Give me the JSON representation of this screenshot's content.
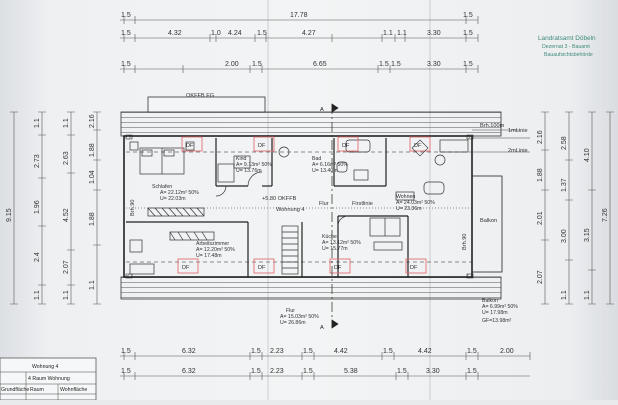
{
  "dims_top": {
    "row1": [
      "1.5",
      "17.78",
      "1.5"
    ],
    "row2": [
      "1.5",
      "4.32",
      "1.0",
      "4.24",
      "1.5",
      "4.27",
      "1.1",
      "1.1",
      "3.30",
      "1.5"
    ],
    "row3": [
      "1.5",
      "2.00",
      "1.5",
      "6.65",
      "1.5",
      "1.5",
      "3.30",
      "1.5"
    ]
  },
  "dims_bottom": {
    "row1": [
      "1.5",
      "6.32",
      "1.5",
      "2.23",
      "1.5",
      "4.42",
      "1.5",
      "4.42",
      "1.5",
      "2.00"
    ],
    "row2": [
      "1.5",
      "6.32",
      "1.5",
      "2.23",
      "1.5",
      "5.38",
      "1.5",
      "3.30",
      "1.5"
    ]
  },
  "dims_left": {
    "overall": "9.15",
    "col_a": [
      "1.1",
      "2.73",
      "1.96",
      "2.4",
      "1.1"
    ],
    "col_b": [
      "1.1",
      "2.63",
      "4.52",
      "2.07",
      "1.1"
    ],
    "col_c": [
      "2.16",
      "1.88",
      "1.04",
      "1.88",
      "1.1"
    ]
  },
  "dims_right": {
    "col_a": [
      "2.16",
      "1.88",
      "2.01",
      "2.07"
    ],
    "col_b": [
      "2.58",
      "1.37",
      "3.00",
      "1.1"
    ],
    "col_c": [
      "4.10",
      "3.15",
      "1.1"
    ],
    "overall": "7.26"
  },
  "labels": {
    "okffb_eg": "OKFFB EG",
    "okffb": "+5.80 OKFFB",
    "wohnung": "Wohnung 4",
    "flur_inner": "Flur",
    "firstlinie": "Firstlinie",
    "brh": "Brh.100m",
    "linie1": "1mLinie",
    "linie2": "2mLinie",
    "balkon": "Balkon",
    "section_a": "A",
    "df": "DF",
    "brh_side": "Brh.90"
  },
  "rooms": [
    {
      "name": "Schlafen",
      "area": "A= 22.12m² 50%",
      "perim": "U= 22.03m"
    },
    {
      "name": "Kind",
      "area": "A= 9.13m² 50%",
      "perim": "U= 13.76m"
    },
    {
      "name": "Bad",
      "area": "A= 6.16m² 50%",
      "perim": "U= 13.40m"
    },
    {
      "name": "Wohnen",
      "area": "A= 24.03m² 50%",
      "perim": "U= 23.36m"
    },
    {
      "name": "Arbeitszimmer",
      "area": "A= 12.20m² 50%",
      "perim": "U= 17.48m"
    },
    {
      "name": "Küche",
      "area": "A= 13.12m² 50%",
      "perim": "U= 15.77m"
    },
    {
      "name": "Flur",
      "area": "A= 15.03m² 50%",
      "perim": "U= 26.86m"
    },
    {
      "name": "Balkon",
      "area": "A= 6.99m² 50%",
      "perim": "U= 17.98m",
      "extra": "GF=13.98m²"
    }
  ],
  "stamp": {
    "line1": "Landratsamt Döbeln",
    "line2": "Dezernat 3 - Bauamt",
    "line3": "Bauaufsichtsbehörde"
  },
  "title_table": {
    "title": "Wohnung 4",
    "subtitle": "4 Raum Wohnung",
    "col1": "Grundfläche",
    "col2": "Raum",
    "col3": "Wohnfläche"
  }
}
